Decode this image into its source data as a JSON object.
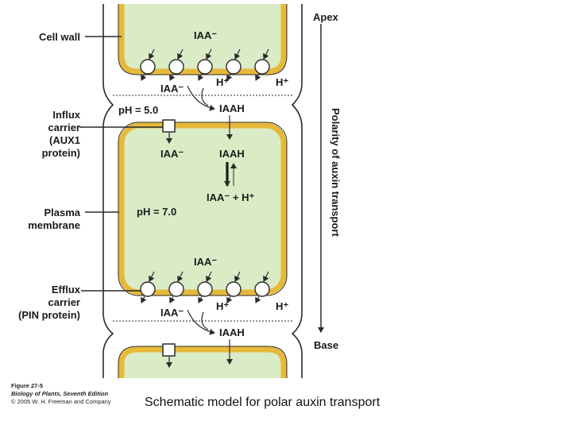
{
  "labels": {
    "cell_wall": "Cell wall",
    "influx": [
      "Influx",
      "carrier",
      "(AUX1",
      "protein)"
    ],
    "plasma": [
      "Plasma",
      "membrane"
    ],
    "efflux": [
      "Efflux",
      "carrier",
      "(PIN protein)"
    ],
    "apex": "Apex",
    "base": "Base",
    "polarity": "Polarity of auxin transport"
  },
  "chem": {
    "iaa_minus": "IAA⁻",
    "h_plus": "H⁺",
    "iaah": "IAAH",
    "ph_wall": "pH = 5.0",
    "ph_cell": "pH = 7.0",
    "equilibrium": "IAA⁻ + H⁺"
  },
  "credit": {
    "figure": "Figure 27-5",
    "book": "Biology of Plants, Seventh Edition",
    "copyright": "© 2005 W. H. Freeman and Company"
  },
  "caption": "Schematic model for polar auxin transport",
  "colors": {
    "cytoplasm": "#d9ecc6",
    "cell_wall": "#e6b93a",
    "outline": "#2a2a2a"
  }
}
